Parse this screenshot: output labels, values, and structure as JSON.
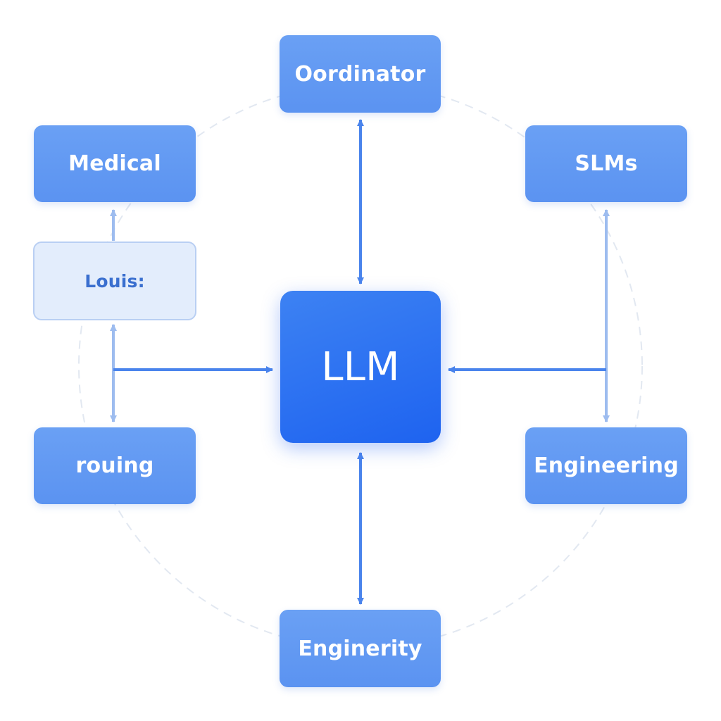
{
  "nodes": {
    "center": "LLM",
    "top": "Oordinator",
    "top_left": "Medical",
    "left_middle": "Louis:",
    "bottom_left": "rouing",
    "top_right": "SLMs",
    "bottom_right": "Engineering",
    "bottom": "Enginerity"
  },
  "colors": {
    "node_fill": "#5b93f1",
    "center_fill": "#2f74f2",
    "light_fill": "#e3edfc",
    "arrow_dark": "#4a84ec",
    "arrow_light": "#9dbcef",
    "ring": "#e2e8f1"
  }
}
